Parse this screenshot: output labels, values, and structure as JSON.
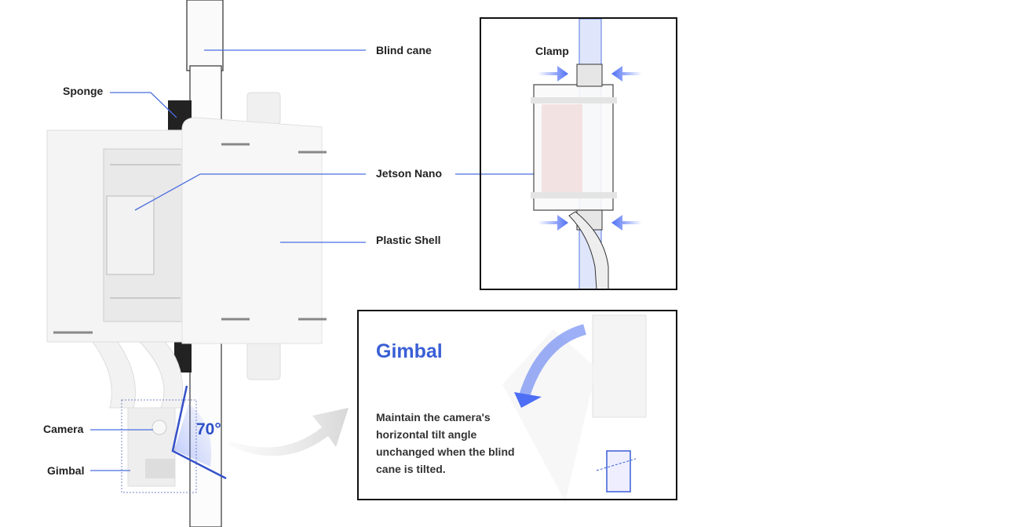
{
  "labels": {
    "blind_cane": "Blind cane",
    "sponge": "Sponge",
    "jetson_nano": "Jetson Nano",
    "plastic_shell": "Plastic Shell",
    "camera": "Camera",
    "gimbal": "Gimbal",
    "angle": "70°"
  },
  "clamp_panel": {
    "label": "Clamp"
  },
  "gimbal_panel": {
    "title": "Gimbal",
    "description": "Maintain the camera's horizontal tilt angle unchanged when the blind cane is tilted."
  },
  "colors": {
    "accent": "#3a5fd6",
    "leader": "#4a6de0",
    "arrow": "#4d6ef5"
  }
}
